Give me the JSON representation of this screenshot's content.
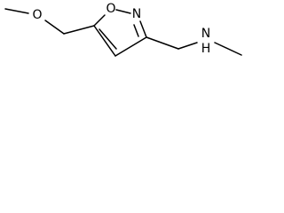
{
  "molecule": {
    "atoms": {
      "methoxy_oxygen": "O",
      "ring_oxygen": "O",
      "ring_nitrogen": "N",
      "amine_nitrogen": "N",
      "amine_hydrogen": "H"
    },
    "colors": {
      "bond": "#000000",
      "label": "#000000",
      "background": "#ffffff"
    }
  }
}
